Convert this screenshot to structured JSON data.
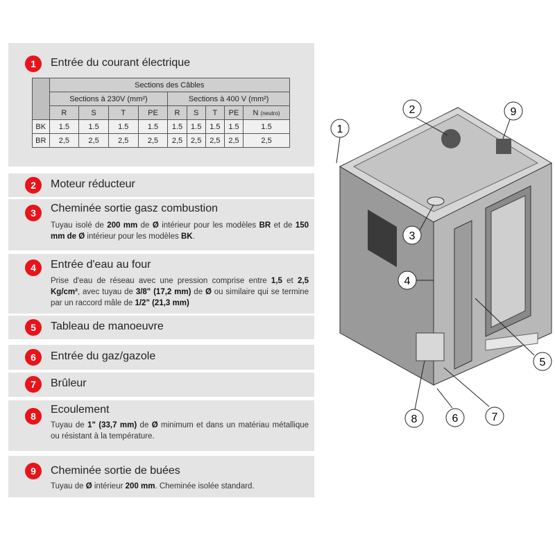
{
  "items": [
    {
      "n": "1",
      "title": "Entrée du courant électrique"
    },
    {
      "n": "2",
      "title": "Moteur réducteur"
    },
    {
      "n": "3",
      "title": "Cheminée sortie gasz combustion",
      "desc": [
        "Tuyau isolé de ",
        "200 mm",
        " de ",
        "Ø",
        " intérieur pour les modèles ",
        "BR",
        " et de ",
        "150 mm de Ø",
        " intérieur pour les modèles ",
        "BK",
        "."
      ]
    },
    {
      "n": "4",
      "title": "Entrée d'eau au four",
      "desc": [
        "Prise d'eau de réseau avec une pression comprise entre ",
        "1,5",
        " et ",
        "2,5 Kg/cm²",
        ", avec tuyau de ",
        "3/8\" (17,2 mm)",
        " de ",
        "Ø",
        " ou similaire qui se termine par un raccord mâle de ",
        "1/2\" (21,3 mm)",
        ""
      ]
    },
    {
      "n": "5",
      "title": "Tableau de manoeuvre"
    },
    {
      "n": "6",
      "title": "Entrée du gaz/gazole"
    },
    {
      "n": "7",
      "title": "Brûleur"
    },
    {
      "n": "8",
      "title": "Ecoulement",
      "desc": [
        "Tuyau de ",
        "1\" (33,7 mm)",
        " de ",
        "Ø",
        " minimum et dans un matériau métallique ou résistant à la température."
      ]
    },
    {
      "n": "9",
      "title": "Cheminée sortie de buées",
      "desc": [
        "Tuyau de ",
        "Ø",
        " intérieur ",
        "200 mm",
        ". Cheminée isolée standard."
      ]
    }
  ],
  "table": {
    "header": "Sections des Câbles",
    "group230": "Sections à 230V (mm²)",
    "group400": "Sections à 400 V (mm²)",
    "cols": [
      "R",
      "S",
      "T",
      "PE",
      "R",
      "S",
      "T",
      "PE",
      "N"
    ],
    "neutro": "(neutro)",
    "rows": [
      {
        "label": "BK",
        "values": [
          "1.5",
          "1.5",
          "1.5",
          "1.5",
          "1.5",
          "1.5",
          "1.5",
          "1.5",
          "1.5"
        ]
      },
      {
        "label": "BR",
        "values": [
          "2,5",
          "2,5",
          "2,5",
          "2,5",
          "2,5",
          "2,5",
          "2,5",
          "2,5",
          "2,5"
        ]
      }
    ]
  },
  "callouts": [
    "1",
    "2",
    "3",
    "4",
    "5",
    "6",
    "7",
    "8",
    "9"
  ],
  "accent": "#e8141b"
}
